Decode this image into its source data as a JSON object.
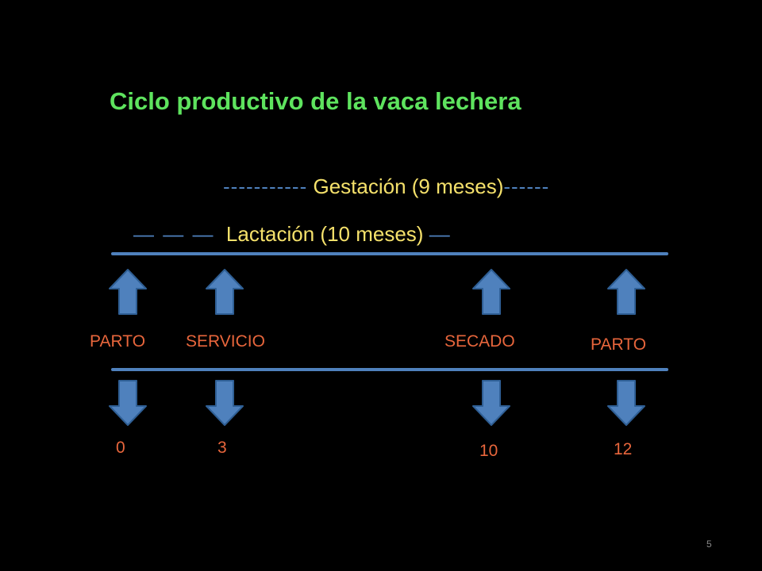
{
  "slide": {
    "title": "Ciclo productivo  de la vaca lechera",
    "slide_number": "5"
  },
  "periods": {
    "gestacion": {
      "dashes_before": "-----------",
      "label": "Gestación (9 meses)",
      "dashes_after": "------"
    },
    "lactacion": {
      "dashes_before": "— — —",
      "label": "Lactación (10 meses)",
      "dashes_after": "—"
    }
  },
  "events": [
    {
      "label": "PARTO"
    },
    {
      "label": "SERVICIO"
    },
    {
      "label": "SECADO"
    },
    {
      "label": "PARTO"
    }
  ],
  "months": [
    "0",
    "3",
    "10",
    "12"
  ],
  "colors": {
    "title": "#5ee35e",
    "period_text": "#f5e16b",
    "dash": "#4f81bd",
    "line": "#4f81bd",
    "arrow_fill": "#4f81bd",
    "arrow_stroke": "#2f5f95",
    "label": "#e8663c"
  },
  "icons": {
    "up_arrow": "block-arrow-up-icon",
    "down_arrow": "block-arrow-down-icon"
  }
}
